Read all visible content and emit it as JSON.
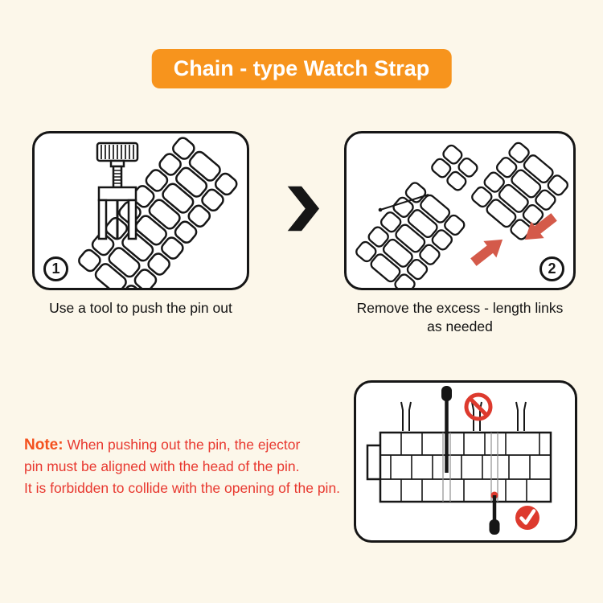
{
  "title": {
    "text": "Chain - type Watch Strap"
  },
  "step1": {
    "number": "1",
    "caption": "Use a tool to push the pin out"
  },
  "step2": {
    "number": "2",
    "caption_lines": [
      "Remove the excess - length links",
      "as needed"
    ]
  },
  "note": {
    "label": "Note:",
    "lines": [
      "When pushing out the pin, the ejector",
      "pin must be aligned with the head of the pin.",
      "It is forbidden to collide with the opening of the pin."
    ]
  },
  "icons": {
    "chevron_right": "❯",
    "no_sign": "🚫",
    "check_circle": "✓"
  },
  "colors": {
    "background": "#fcf7ea",
    "banner": "#f7941d",
    "banner_text": "#ffffff",
    "panel_border": "#161616",
    "note_label": "#f4511e",
    "note_text": "#e8382f",
    "arrow_red": "#d45a4a",
    "alert_red": "#dd3a2e"
  }
}
